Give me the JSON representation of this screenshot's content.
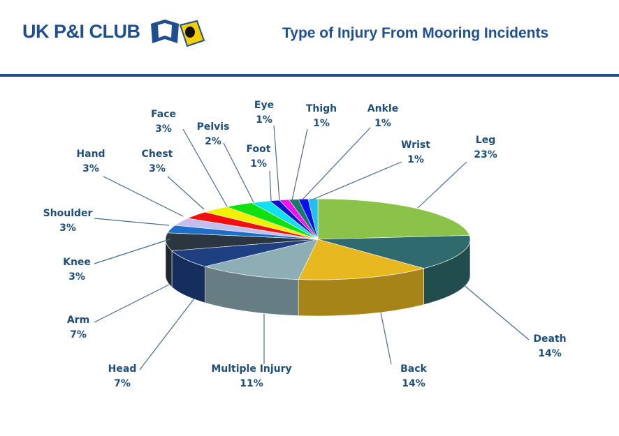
{
  "header": {
    "logo_text": "UK P&I CLUB",
    "title": "Type of Injury From Mooring Incidents"
  },
  "chart_data": {
    "type": "pie",
    "style": "3d",
    "title": "Type of Injury From Mooring Incidents",
    "unit": "%",
    "slices": [
      {
        "label": "Leg",
        "value": 23,
        "color": "#8bc34a"
      },
      {
        "label": "Death",
        "value": 14,
        "color": "#2f6b6e"
      },
      {
        "label": "Back",
        "value": 14,
        "color": "#e8b820"
      },
      {
        "label": "Multiple Injury",
        "value": 11,
        "color": "#8eaeb6"
      },
      {
        "label": "Head",
        "value": 7,
        "color": "#1f4080"
      },
      {
        "label": "Arm",
        "value": 7,
        "color": "#2b3640"
      },
      {
        "label": "Knee",
        "value": 3,
        "color": "#1f6ec8"
      },
      {
        "label": "Shoulder",
        "value": 3,
        "color": "#c0bff0"
      },
      {
        "label": "Hand",
        "value": 3,
        "color": "#f01010"
      },
      {
        "label": "Chest",
        "value": 3,
        "color": "#f0f000"
      },
      {
        "label": "Face",
        "value": 3,
        "color": "#10e010"
      },
      {
        "label": "Pelvis",
        "value": 2,
        "color": "#10e0f0"
      },
      {
        "label": "Foot",
        "value": 1,
        "color": "#1010d0"
      },
      {
        "label": "Eye",
        "value": 1,
        "color": "#f010f0"
      },
      {
        "label": "Thigh",
        "value": 1,
        "color": "#1a7a6a"
      },
      {
        "label": "Ankle",
        "value": 1,
        "color": "#0a10f0"
      },
      {
        "label": "Wrist",
        "value": 1,
        "color": "#20c0f0"
      }
    ]
  }
}
